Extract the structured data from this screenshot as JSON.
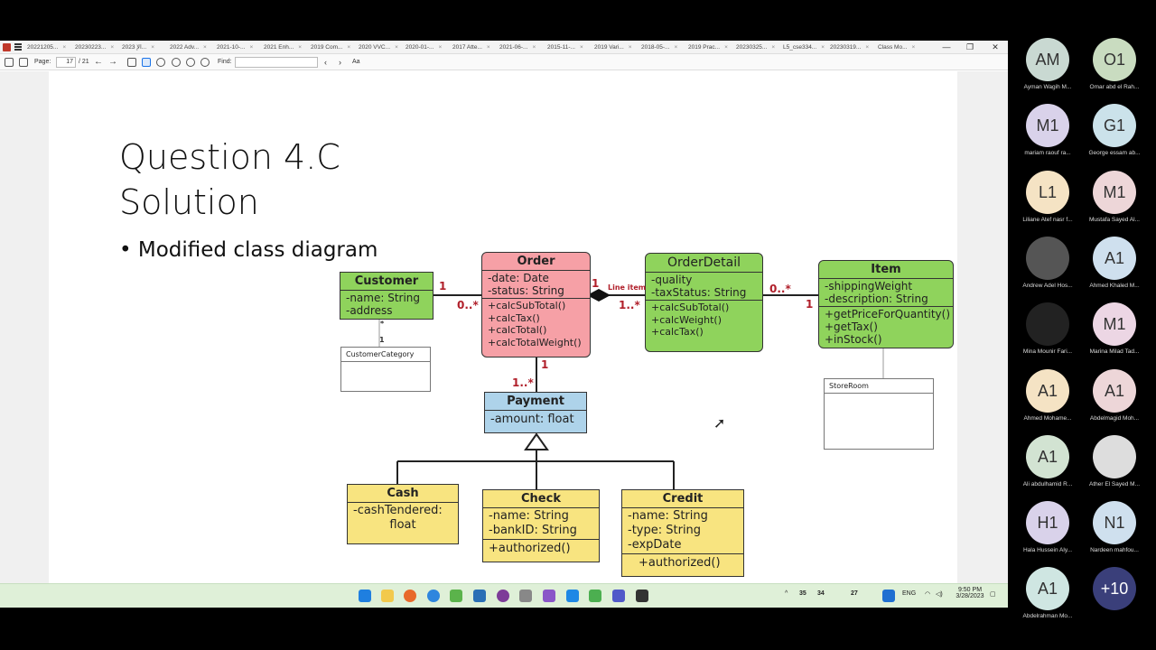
{
  "window": {
    "tabs": [
      "20221205...",
      "20230223...",
      "2023 الإ...",
      "2022 Adv...",
      "2021-10-...",
      "2021 Enh...",
      "2019 Com...",
      "2020 VVC...",
      "2020-01-...",
      "2017 Atte...",
      "2021-06-...",
      "2015-11-...",
      "2019 Vari...",
      "2018-05-...",
      "2019 Prac...",
      "20230325...",
      "L5_cse334...",
      "20230319...",
      "Class Mo..."
    ],
    "controls": [
      "—",
      "❐",
      "✕"
    ]
  },
  "toolbar": {
    "page_label": "Page:",
    "page_current": "17",
    "page_total": "/ 21",
    "find_label": "Find:",
    "find_value": "",
    "case_label": "Aa"
  },
  "slide": {
    "title_line1": "Question 4.C",
    "title_line2": "Solution",
    "bullet": "• Modified class diagram"
  },
  "diagram": {
    "customer": {
      "name": "Customer",
      "attrs": [
        "-name: String",
        "-address"
      ]
    },
    "customer_category": {
      "name": "CustomerCategory"
    },
    "order": {
      "name": "Order",
      "attrs": [
        "-date: Date",
        "-status: String"
      ],
      "ops": [
        "+calcSubTotal()",
        "+calcTax()",
        "+calcTotal()",
        "+calcTotalWeight()"
      ]
    },
    "order_detail": {
      "name": "OrderDetail",
      "attrs": [
        "-quality",
        "-taxStatus: String"
      ],
      "ops": [
        "+calcSubTotal()",
        "+calcWeight()",
        "+calcTax()"
      ]
    },
    "item": {
      "name": "Item",
      "attrs": [
        "-shippingWeight",
        "-description: String"
      ],
      "ops": [
        "+getPriceForQuantity()",
        "+getTax()",
        "+inStock()"
      ]
    },
    "storeroom": {
      "name": "StoreRoom"
    },
    "payment": {
      "name": "Payment",
      "attrs": [
        "-amount: float"
      ]
    },
    "cash": {
      "name": "Cash",
      "attrs": [
        "-cashTendered:",
        "float"
      ]
    },
    "check": {
      "name": "Check",
      "attrs": [
        "-name: String",
        "-bankID: String"
      ],
      "ops": [
        "+authorized()"
      ]
    },
    "credit": {
      "name": "Credit",
      "attrs": [
        "-name: String",
        "-type: String",
        "-expDate"
      ],
      "ops": [
        "+authorized()"
      ]
    },
    "mult": {
      "cust_order_1": "1",
      "cust_order_many": "0..*",
      "order_detail_1": "1",
      "order_detail_many": "1..*",
      "line_item": "Line item",
      "detail_item_many": "0..*",
      "detail_item_1": "1",
      "order_payment_1": "1",
      "order_payment_many": "1..*",
      "custcat_star": "*",
      "custcat_1": "1"
    }
  },
  "taskbar": {
    "lang": "ENG",
    "time": "9:50 PM",
    "date": "3/28/2023",
    "badges": [
      "35",
      "34",
      "27"
    ]
  },
  "participants": [
    {
      "initials": "AM",
      "name": "Ayman Wagih M...",
      "color": "#c9d9d2"
    },
    {
      "initials": "O1",
      "name": "Omar abd el Rah...",
      "color": "#c9dcc0"
    },
    {
      "initials": "M1",
      "name": "mariam raouf ra...",
      "color": "#d9d2ea"
    },
    {
      "initials": "G1",
      "name": "George essam ab...",
      "color": "#cbe2ea"
    },
    {
      "initials": "L1",
      "name": "Liliane Atef nasr f...",
      "color": "#f5e3c4"
    },
    {
      "initials": "M1",
      "name": "Mustafa Sayed Al...",
      "color": "#edd6d8"
    },
    {
      "initials": "",
      "name": "Andrew Adel Hos...",
      "color": "#555555"
    },
    {
      "initials": "A1",
      "name": "Ahmed Khaled M...",
      "color": "#cfe0ee"
    },
    {
      "initials": "",
      "name": "Mina Mounir Fari...",
      "color": "#222222"
    },
    {
      "initials": "M1",
      "name": "Marina Milad Tad...",
      "color": "#ecd6e4"
    },
    {
      "initials": "A1",
      "name": "Ahmed Mohame...",
      "color": "#f5e3c4"
    },
    {
      "initials": "A1",
      "name": "Abdelmagid Moh...",
      "color": "#edd6d8"
    },
    {
      "initials": "A1",
      "name": "Ali abdulhamid R...",
      "color": "#d2e3d2"
    },
    {
      "initials": "",
      "name": "Ather El Sayed M...",
      "color": "#dddddd"
    },
    {
      "initials": "H1",
      "name": "Hala Hussein Aly...",
      "color": "#d9d2ea"
    },
    {
      "initials": "N1",
      "name": "Nardeen mahfou...",
      "color": "#cfe0ee"
    },
    {
      "initials": "A1",
      "name": "Abdelrahman Mo...",
      "color": "#cfe6e2"
    },
    {
      "initials": "+10",
      "name": "",
      "color": "#3a3f7a"
    }
  ]
}
